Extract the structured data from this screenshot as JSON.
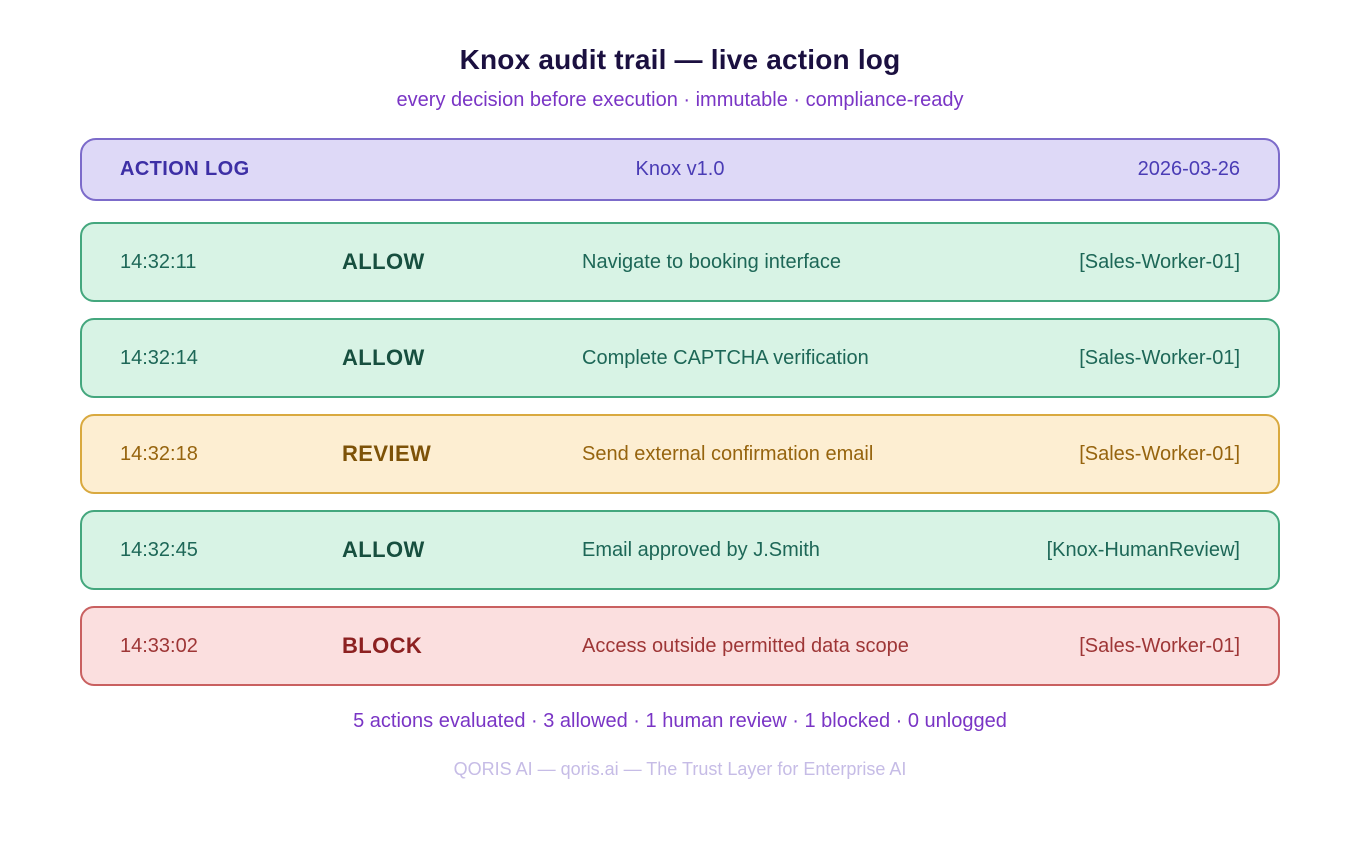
{
  "page": {
    "title": "Knox audit trail — live action log",
    "subtitle": "every decision before execution · immutable · compliance-ready",
    "footer_stats": "5 actions evaluated · 3 allowed · 1 human review · 1 blocked · 0 unlogged",
    "footer_brand": "QORIS AI — qoris.ai — The Trust Layer for Enterprise AI"
  },
  "log_header": {
    "left": "ACTION LOG",
    "center": "Knox v1.0",
    "right": "2026-03-26"
  },
  "rows": [
    {
      "time": "14:32:11",
      "decision": "ALLOW",
      "description": "Navigate to booking interface",
      "agent": "[Sales-Worker-01]",
      "status": "allow"
    },
    {
      "time": "14:32:14",
      "decision": "ALLOW",
      "description": "Complete CAPTCHA verification",
      "agent": "[Sales-Worker-01]",
      "status": "allow"
    },
    {
      "time": "14:32:18",
      "decision": "REVIEW",
      "description": "Send external confirmation email",
      "agent": "[Sales-Worker-01]",
      "status": "review"
    },
    {
      "time": "14:32:45",
      "decision": "ALLOW",
      "description": "Email approved by J.Smith",
      "agent": "[Knox-HumanReview]",
      "status": "allow"
    },
    {
      "time": "14:33:02",
      "decision": "BLOCK",
      "description": "Access outside permitted data scope",
      "agent": "[Sales-Worker-01]",
      "status": "block"
    }
  ],
  "colors": {
    "title_text": "#1b1040",
    "accent_purple": "#7a35c5",
    "header_bg": "#ded9f7",
    "header_border": "#7c6bca",
    "header_text": "#4a3cb5",
    "allow_bg": "#d8f3e5",
    "allow_border": "#44a77e",
    "allow_text": "#1d6757",
    "review_bg": "#fdeed2",
    "review_border": "#d9a93f",
    "review_text": "#96640e",
    "block_bg": "#fbdfdf",
    "block_border": "#c96060",
    "block_text": "#9e3636",
    "brand_muted": "#c6bce6"
  }
}
